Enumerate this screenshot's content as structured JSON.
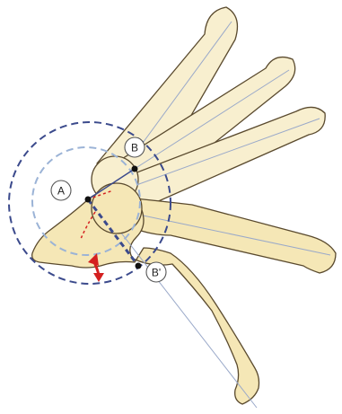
{
  "labels": {
    "a": "A",
    "b": "B",
    "b_prime": "B'"
  },
  "colors": {
    "bone_fill": "#f5e7b6",
    "bone_fill_faded": "#f8efcf",
    "bone_outline": "#5a4a2e",
    "outer_circle": "#3b4a8c",
    "inner_circle": "#9bb3d6",
    "axis_line": "#3b4a8c",
    "shaft_axis": "#9aa9c9",
    "arrow_red": "#d42020"
  }
}
